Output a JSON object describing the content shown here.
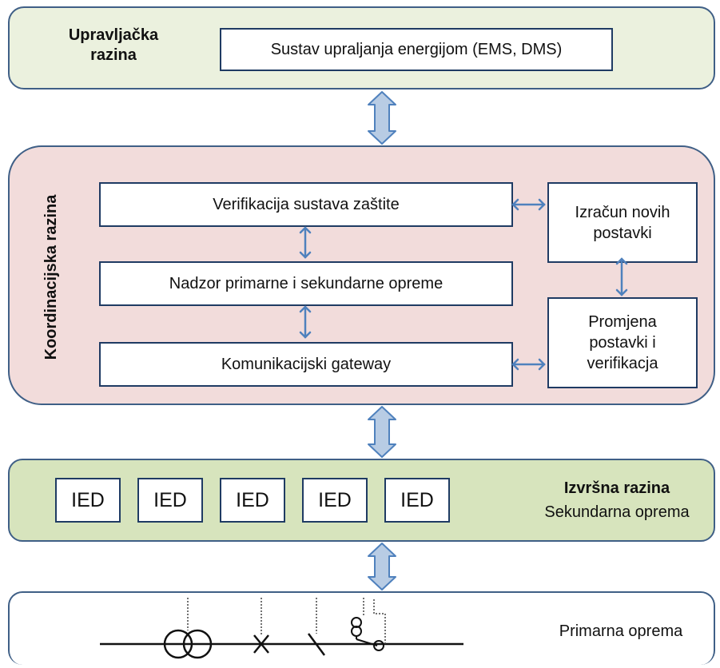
{
  "management": {
    "label_line1": "Upravljačka",
    "label_line2": "razina",
    "ems_box": "Sustav upraljanja energijom (EMS, DMS)"
  },
  "coordination": {
    "label": "Koordinacijska razina",
    "verification": "Verifikacija sustava zaštite",
    "monitoring": "Nadzor primarne i sekundarne opreme",
    "gateway": "Komunikacijski gateway",
    "calc_line1": "Izračun novih",
    "calc_line2": "postavki",
    "change_line1": "Promjena",
    "change_line2": "postavki i",
    "change_line3": "verifikacja"
  },
  "execution": {
    "ied_boxes": [
      "IED",
      "IED",
      "IED",
      "IED",
      "IED"
    ],
    "title": "Izvršna razina",
    "subtitle": "Sekundarna oprema"
  },
  "primary": {
    "label": "Primarna oprema"
  },
  "colors": {
    "management_fill": "#ebf1de",
    "coordination_fill": "#f2dcdb",
    "execution_fill": "#d7e4bd",
    "border": "#3f5f86",
    "arrow": "#4f81bd"
  }
}
